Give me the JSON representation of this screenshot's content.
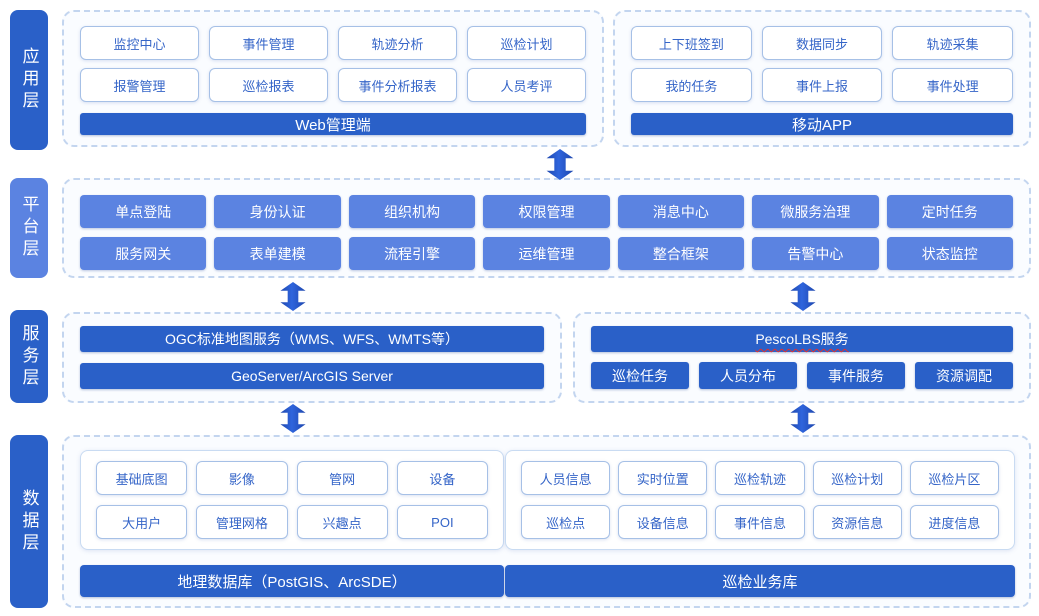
{
  "sidebar": {
    "layers": [
      "应用层",
      "平台层",
      "服务层",
      "数据层"
    ]
  },
  "application": {
    "web": {
      "items": [
        "监控中心",
        "事件管理",
        "轨迹分析",
        "巡检计划",
        "报警管理",
        "巡检报表",
        "事件分析报表",
        "人员考评"
      ],
      "bar": "Web管理端"
    },
    "mobile": {
      "items": [
        "上下班签到",
        "数据同步",
        "轨迹采集",
        "我的任务",
        "事件上报",
        "事件处理"
      ],
      "bar": "移动APP"
    }
  },
  "platform": {
    "items": [
      "单点登陆",
      "身份认证",
      "组织机构",
      "权限管理",
      "消息中心",
      "微服务治理",
      "定时任务",
      "服务网关",
      "表单建模",
      "流程引擎",
      "运维管理",
      "整合框架",
      "告警中心",
      "状态监控"
    ]
  },
  "service": {
    "map": {
      "bar1": "OGC标准地图服务（WMS、WFS、WMTS等）",
      "bar2": "GeoServer/ArcGIS Server"
    },
    "lbs": {
      "bar": "PescoLBS服务",
      "items": [
        "巡检任务",
        "人员分布",
        "事件服务",
        "资源调配"
      ]
    }
  },
  "database": {
    "geo": {
      "items": [
        "基础底图",
        "影像",
        "管网",
        "设备",
        "大用户",
        "管理网格",
        "兴趣点",
        "POI"
      ],
      "bar": "地理数据库（PostGIS、ArcSDE）"
    },
    "business": {
      "items": [
        "人员信息",
        "实时位置",
        "巡检轨迹",
        "巡检计划",
        "巡检片区",
        "巡检点",
        "设备信息",
        "事件信息",
        "资源信息",
        "进度信息"
      ],
      "bar": "巡检业务库"
    }
  },
  "colors": {
    "primary_blue": "#2a60c8",
    "medium_blue": "#5b83e1",
    "chip_border": "#a6c0e6",
    "chip_text": "#3565c8",
    "dashed_border": "#c3d5ef",
    "panel_background": "#fafcff",
    "spellcheck_underline": "#e03030"
  }
}
